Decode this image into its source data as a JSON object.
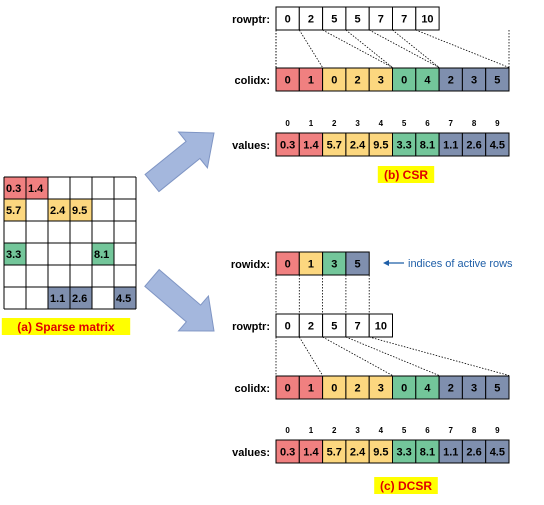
{
  "colors": {
    "red": "#f08080",
    "yellow": "#fcd77f",
    "green": "#73c69a",
    "blue": "#7f8fae",
    "arrow": "#a4b7dd",
    "arrow_stroke": "#7f95c4",
    "caption_bg": "#ffff00",
    "caption_text": "#e00000",
    "annotation": "#1f5fa8"
  },
  "matrix": {
    "caption": "(a) Sparse matrix",
    "cells": [
      {
        "row": 0,
        "col": 0,
        "value": "0.3",
        "color": "red"
      },
      {
        "row": 0,
        "col": 1,
        "value": "1.4",
        "color": "red"
      },
      {
        "row": 1,
        "col": 0,
        "value": "5.7",
        "color": "yellow"
      },
      {
        "row": 1,
        "col": 2,
        "value": "2.4",
        "color": "yellow"
      },
      {
        "row": 1,
        "col": 3,
        "value": "9.5",
        "color": "yellow"
      },
      {
        "row": 3,
        "col": 0,
        "value": "3.3",
        "color": "green"
      },
      {
        "row": 3,
        "col": 4,
        "value": "8.1",
        "color": "green"
      },
      {
        "row": 5,
        "col": 2,
        "value": "1.1",
        "color": "blue"
      },
      {
        "row": 5,
        "col": 3,
        "value": "2.6",
        "color": "blue"
      },
      {
        "row": 5,
        "col": 5,
        "value": "4.5",
        "color": "blue"
      }
    ]
  },
  "csr": {
    "caption": "(b) CSR",
    "rowptr_label": "rowptr:",
    "rowptr": [
      "0",
      "2",
      "5",
      "5",
      "7",
      "7",
      "10"
    ],
    "colidx_label": "colidx:",
    "colidx": [
      "0",
      "1",
      "0",
      "2",
      "3",
      "0",
      "4",
      "2",
      "3",
      "5"
    ],
    "values_label": "values:",
    "values": [
      "0.3",
      "1.4",
      "5.7",
      "2.4",
      "9.5",
      "3.3",
      "8.1",
      "1.1",
      "2.6",
      "4.5"
    ],
    "indices": [
      "0",
      "1",
      "2",
      "3",
      "4",
      "5",
      "6",
      "7",
      "8",
      "9"
    ],
    "colors": [
      "red",
      "red",
      "yellow",
      "yellow",
      "yellow",
      "green",
      "green",
      "blue",
      "blue",
      "blue"
    ]
  },
  "dcsr": {
    "caption": "(c) DCSR",
    "rowidx_label": "rowidx:",
    "rowidx": [
      "0",
      "1",
      "3",
      "5"
    ],
    "rowidx_colors": [
      "red",
      "yellow",
      "green",
      "blue"
    ],
    "annotation": "indices of active rows",
    "rowptr_label": "rowptr:",
    "rowptr": [
      "0",
      "2",
      "5",
      "7",
      "10"
    ],
    "colidx_label": "colidx:",
    "colidx": [
      "0",
      "1",
      "0",
      "2",
      "3",
      "0",
      "4",
      "2",
      "3",
      "5"
    ],
    "values_label": "values:",
    "values": [
      "0.3",
      "1.4",
      "5.7",
      "2.4",
      "9.5",
      "3.3",
      "8.1",
      "1.1",
      "2.6",
      "4.5"
    ],
    "indices": [
      "0",
      "1",
      "2",
      "3",
      "4",
      "5",
      "6",
      "7",
      "8",
      "9"
    ],
    "colors": [
      "red",
      "red",
      "yellow",
      "yellow",
      "yellow",
      "green",
      "green",
      "blue",
      "blue",
      "blue"
    ]
  }
}
